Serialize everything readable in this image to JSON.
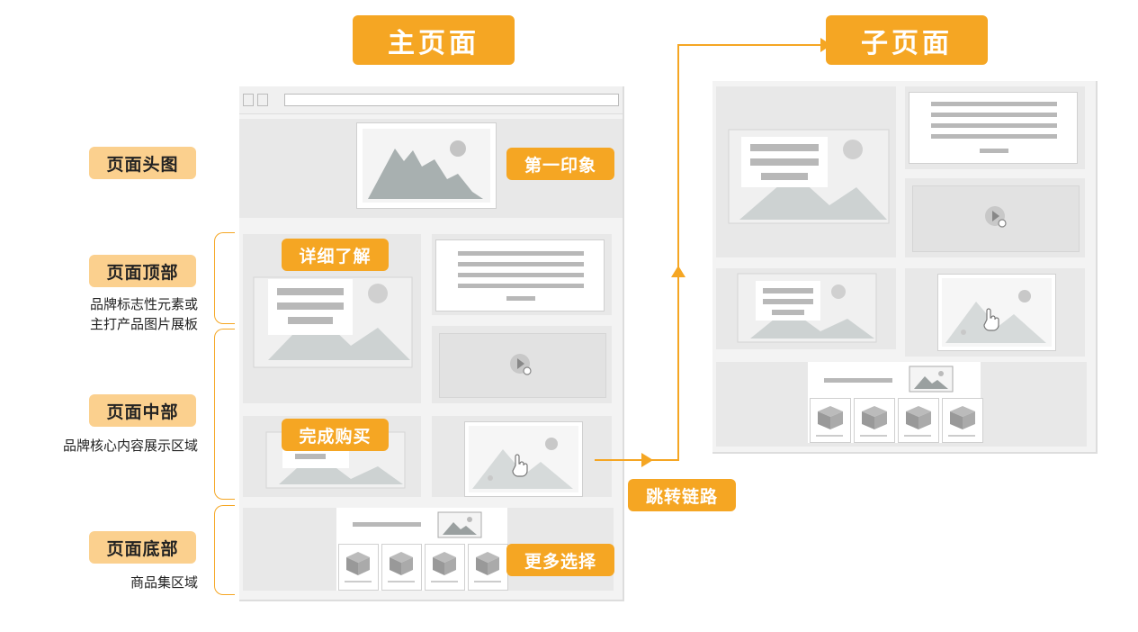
{
  "titles": {
    "main": "主页面",
    "sub": "子页面"
  },
  "sections": {
    "header": {
      "label": "页面头图"
    },
    "top": {
      "label": "页面顶部",
      "desc1": "品牌标志性元素或",
      "desc2": "主打产品图片展板"
    },
    "middle": {
      "label": "页面中部",
      "desc": "品牌核心内容展示区域"
    },
    "bottom": {
      "label": "页面底部",
      "desc": "商品集区域"
    }
  },
  "tags": {
    "first_impression": "第一印象",
    "learn_more": "详细了解",
    "complete_purchase": "完成购买",
    "more_choices": "更多选择",
    "jump_link": "跳转链路"
  },
  "colors": {
    "accent": "#f5a623",
    "section_label_bg": "#fbd08e",
    "wireframe_gray": "#e8e8e8"
  }
}
